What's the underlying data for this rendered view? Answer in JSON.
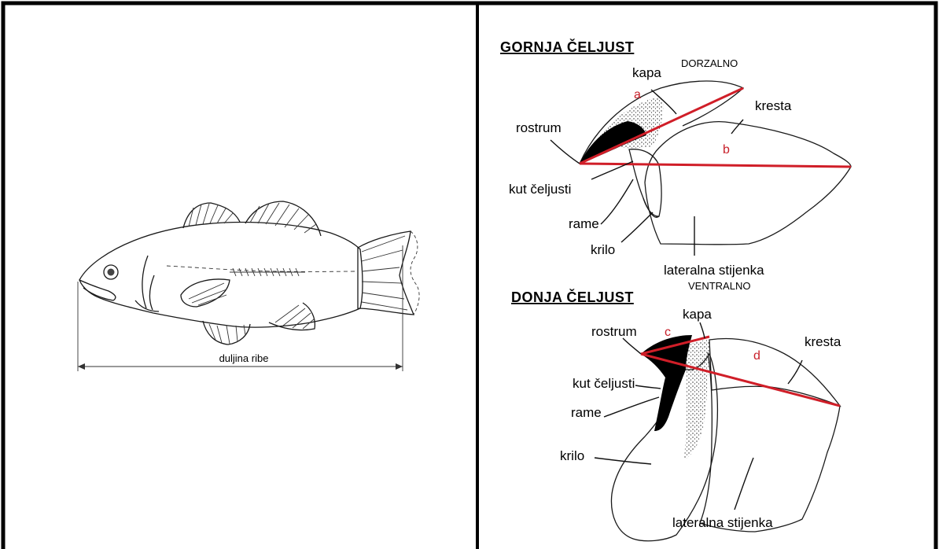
{
  "left_panel": {
    "length_label": "duljina ribe"
  },
  "upper_jaw": {
    "title": "GORNJA ČELJUST",
    "dorsal_label": "DORZALNO",
    "ventral_label": "VENTRALNO",
    "labels": {
      "kapa": "kapa",
      "kresta": "kresta",
      "rostrum": "rostrum",
      "kut": "kut čeljusti",
      "rame": "rame",
      "krilo": "krilo",
      "lateralna": "lateralna stijenka"
    },
    "measure_a": "a",
    "measure_b": "b"
  },
  "lower_jaw": {
    "title": "DONJA ČELJUST",
    "labels": {
      "kapa": "kapa",
      "kresta": "kresta",
      "rostrum": "rostrum",
      "kut": "kut čeljusti",
      "rame": "rame",
      "krilo": "krilo",
      "lateralna": "lateralna stijenka"
    },
    "measure_c": "c",
    "measure_d": "d"
  },
  "colors": {
    "measure_line": "#d01e28",
    "frame": "#000000"
  }
}
